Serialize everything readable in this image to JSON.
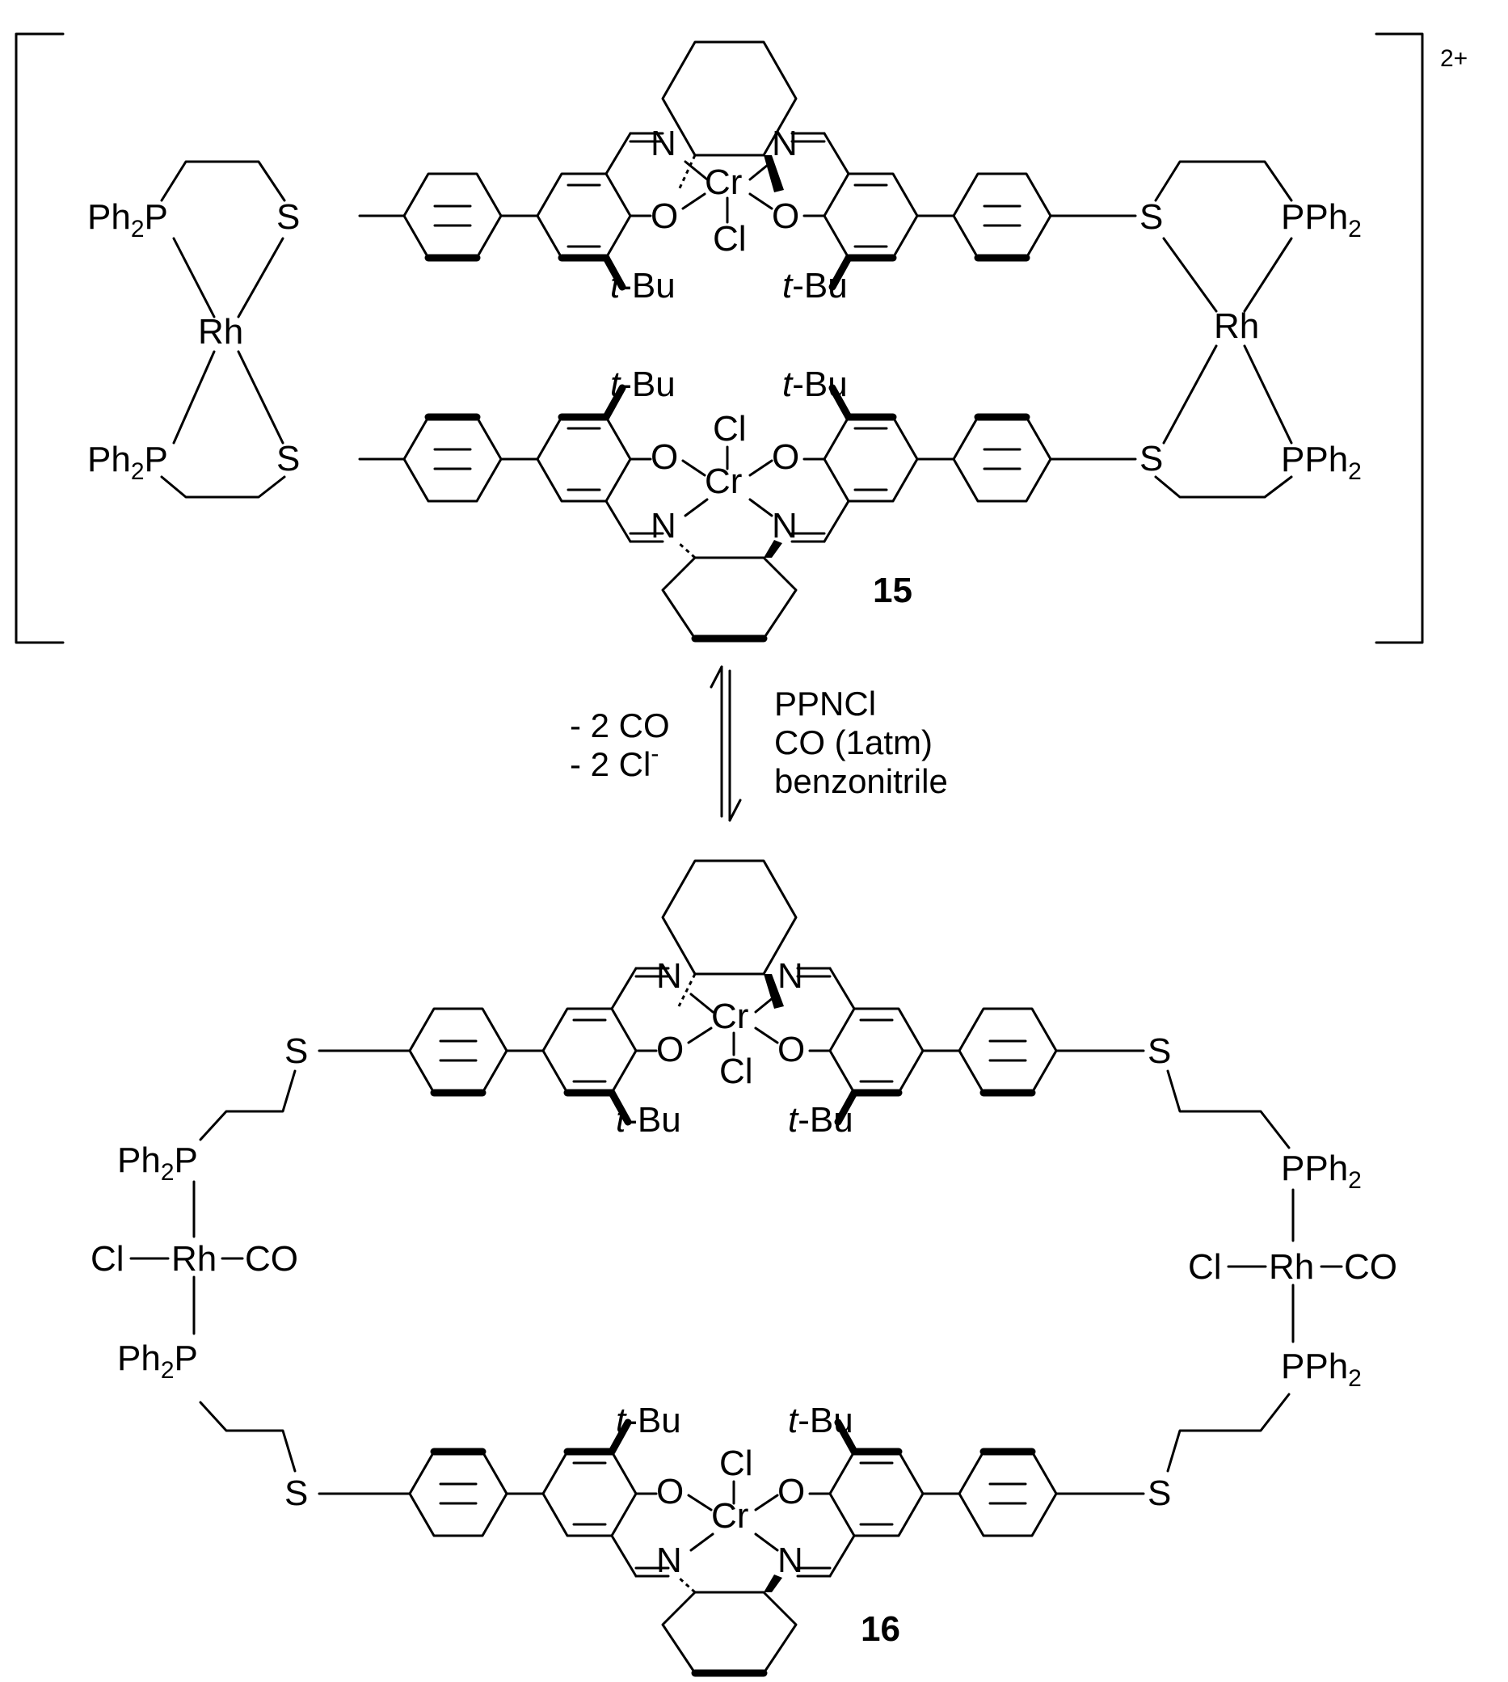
{
  "scheme": {
    "compound_top": {
      "id": "15",
      "charge": "2+",
      "labels": {
        "ph2p": "Ph",
        "ph2p_sub": "2",
        "p": "P",
        "pph2": "PPh",
        "pph2_sub": "2",
        "s": "S",
        "rh": "Rh",
        "n": "N",
        "o": "O",
        "cr": "Cr",
        "cl": "Cl",
        "tbu_t": "t",
        "tbu_bu": "-Bu"
      }
    },
    "conditions": {
      "reverse": [
        "- 2 CO",
        "- 2 Cl"
      ],
      "reverse_superscript": "-",
      "forward": [
        "PPNCl",
        "CO (1atm)",
        "benzonitrile"
      ]
    },
    "compound_bottom": {
      "id": "16",
      "labels": {
        "rh_cl": "Cl",
        "rh": "Rh",
        "co": "CO"
      }
    }
  }
}
